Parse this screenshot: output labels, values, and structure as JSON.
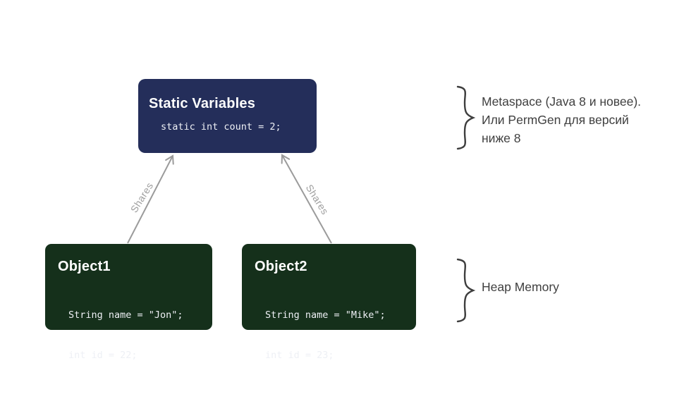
{
  "static_box": {
    "title": "Static Variables",
    "code": "static int count = 2;",
    "bg_color": "#242e5a",
    "text_color": "#ffffff"
  },
  "objects": [
    {
      "title": "Object1",
      "code_lines": [
        "String name = \"Jon\";",
        "int id = 22;"
      ]
    },
    {
      "title": "Object2",
      "code_lines": [
        "String name = \"Mike\";",
        "int id = 23;"
      ]
    }
  ],
  "objects_bg_color": "#15301b",
  "arrows": {
    "left_label": "Shares",
    "right_label": "Shares",
    "color": "#9b9b9b"
  },
  "annotations": {
    "metaspace_lines": [
      "Metaspace (Java 8 и новее).",
      "Или PermGen для версий",
      "ниже 8"
    ],
    "heap_label": "Heap Memory",
    "brace_color": "#3e3e3e",
    "text_color": "#3f3f3f"
  },
  "canvas_background": "#ffffff"
}
